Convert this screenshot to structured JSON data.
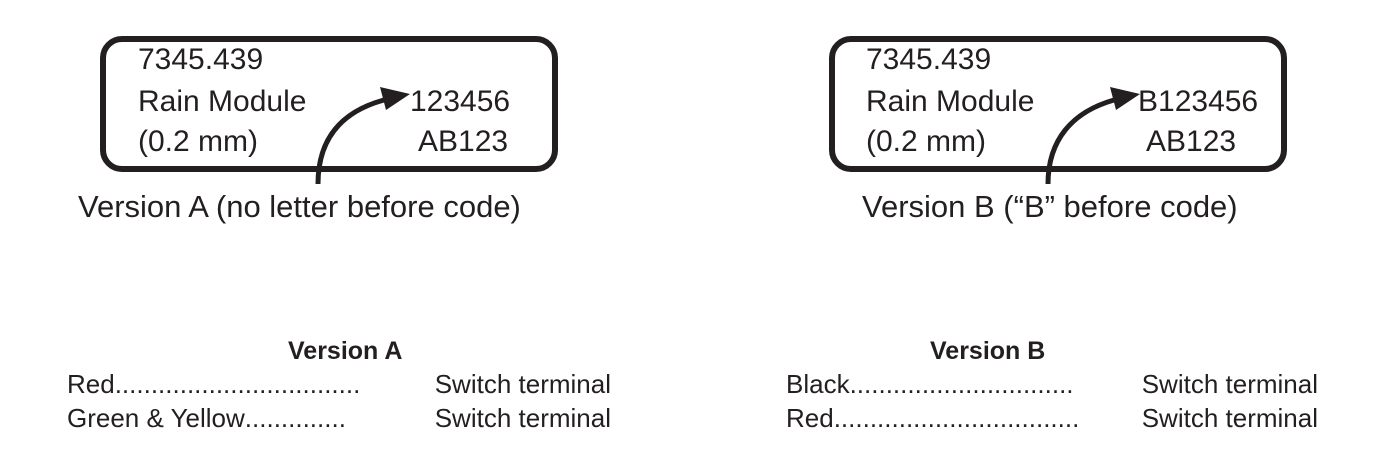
{
  "version_a": {
    "label": {
      "line1": "7345.439",
      "line2": "Rain Module",
      "line3": "(0.2 mm)",
      "code": "123456",
      "batch": "AB123"
    },
    "caption": "Version A (no letter before code)",
    "table": {
      "title": "Version A",
      "rows": [
        {
          "wire": "Red",
          "dots": " ..................................",
          "terminal": "Switch terminal"
        },
        {
          "wire": "Green & Yellow",
          "dots": " ..............",
          "terminal": "Switch terminal"
        }
      ]
    }
  },
  "version_b": {
    "label": {
      "line1": "7345.439",
      "line2": "Rain Module",
      "line3": "(0.2 mm)",
      "code": "B123456",
      "batch": "AB123"
    },
    "caption": "Version B (“B” before code)",
    "table": {
      "title": "Version B",
      "rows": [
        {
          "wire": "Black",
          "dots": "...............................",
          "terminal": "Switch terminal"
        },
        {
          "wire": "Red",
          "dots": "..................................",
          "terminal": "Switch terminal"
        }
      ]
    }
  }
}
